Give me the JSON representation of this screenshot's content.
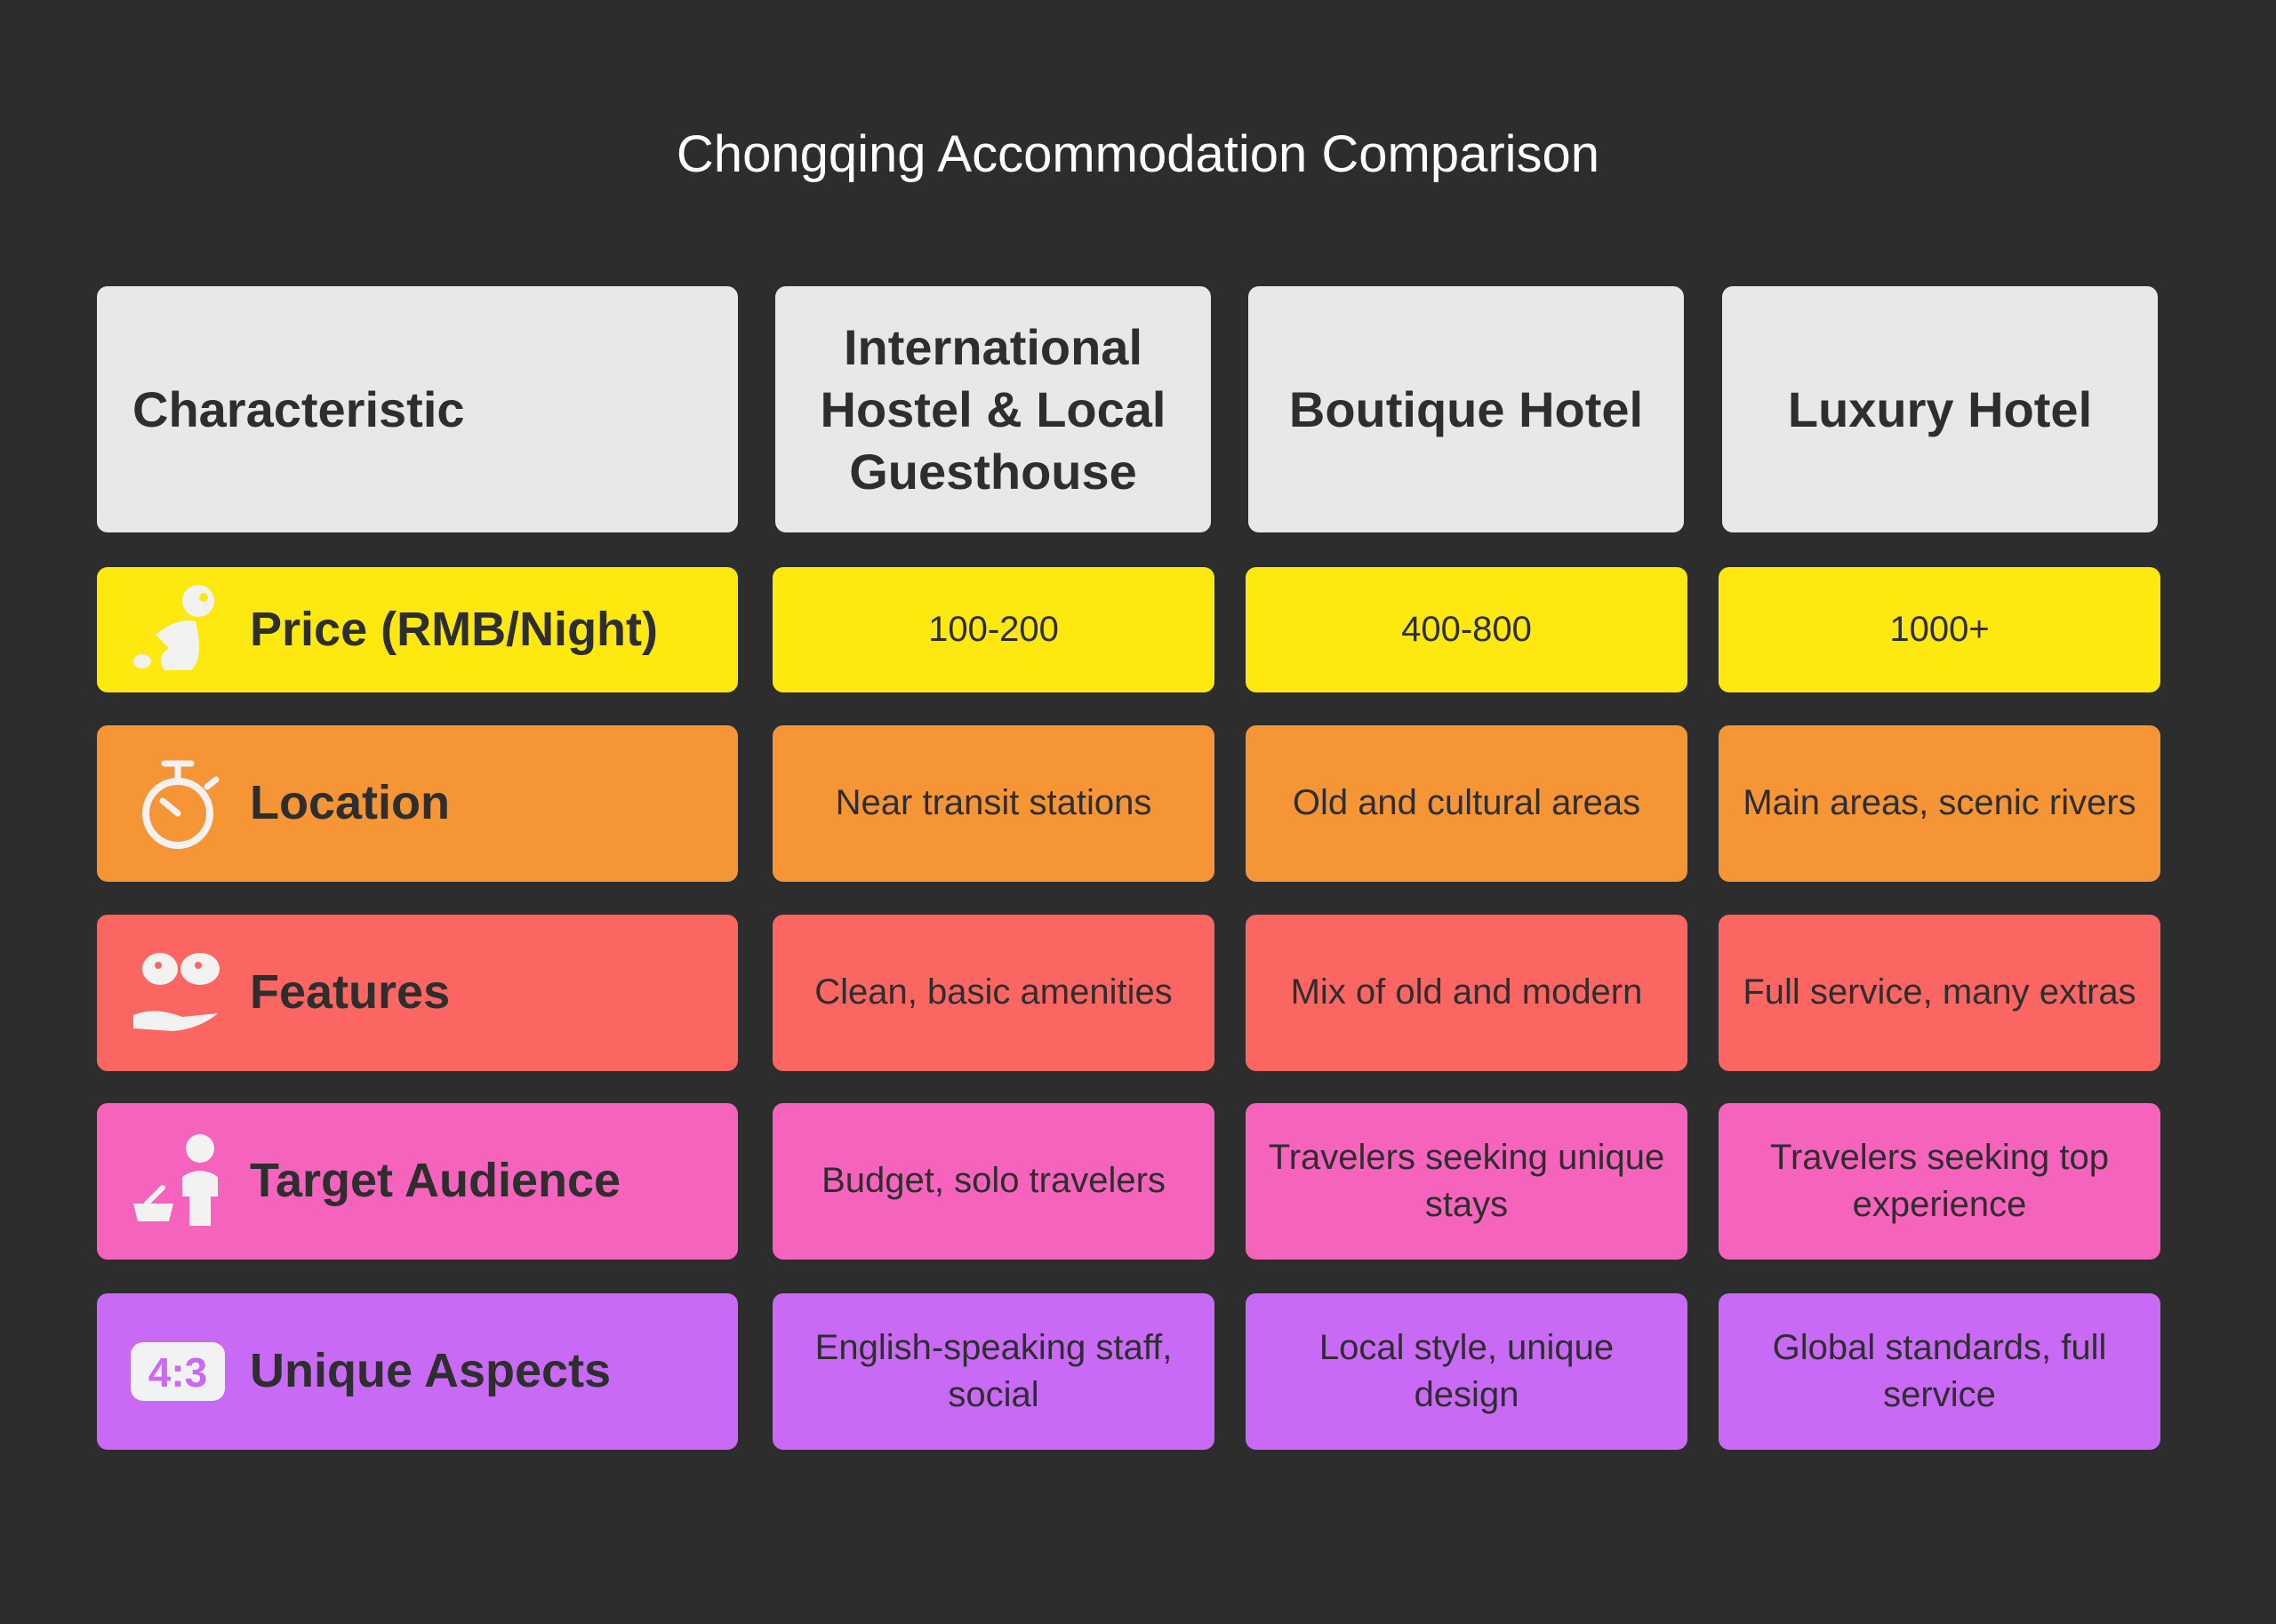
{
  "title": "Chongqing Accommodation Comparison",
  "headers": [
    "Characteristic",
    "International Hostel & Local Guesthouse",
    "Boutique Hotel",
    "Luxury Hotel"
  ],
  "rows": [
    {
      "label": "Price (RMB/Night)",
      "icon": "rabbit-icon",
      "color": "#fde910",
      "values": [
        "100-200",
        "400-800",
        "1000+"
      ]
    },
    {
      "label": "Location",
      "icon": "stopwatch-icon",
      "color": "#f59536",
      "values": [
        "Near transit stations",
        "Old and cultural areas",
        "Main areas, scenic rivers"
      ]
    },
    {
      "label": "Features",
      "icon": "hand-offering-icon",
      "color": "#fb6663",
      "values": [
        "Clean, basic amenities",
        "Mix of old and modern",
        "Full service, many extras"
      ]
    },
    {
      "label": "Target Audience",
      "icon": "shopper-icon",
      "color": "#f563bc",
      "values": [
        "Budget, solo travelers",
        "Travelers seeking unique stays",
        "Travelers seeking top experience"
      ]
    },
    {
      "label": "Unique Aspects",
      "icon": "aspect-ratio-icon",
      "color": "#c96af7",
      "values": [
        "English-speaking staff, social",
        "Local style, unique design",
        "Global standards, full service"
      ]
    }
  ]
}
